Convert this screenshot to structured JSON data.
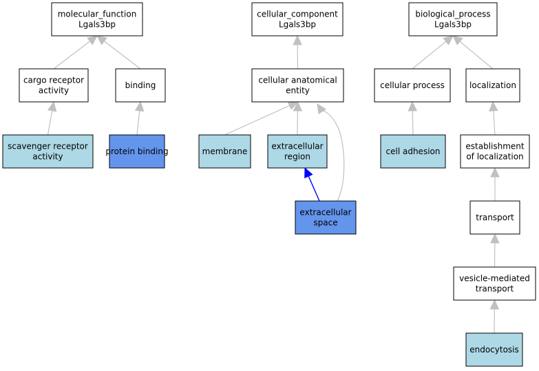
{
  "colors": {
    "plain": "#ffffff",
    "annotated": "#add8e6",
    "highlighted": "#6495ed",
    "edge": "#c0c0c0",
    "highlight_edge": "#0000ff",
    "border": "#000000"
  },
  "nodes": {
    "molecular_function": {
      "lines": [
        "molecular_function",
        "Lgals3bp"
      ],
      "style": "plain"
    },
    "cargo_receptor_activity": {
      "lines": [
        "cargo receptor",
        "activity"
      ],
      "style": "plain"
    },
    "binding": {
      "lines": [
        "binding"
      ],
      "style": "plain"
    },
    "scavenger_receptor_activity": {
      "lines": [
        "scavenger receptor",
        "activity"
      ],
      "style": "annotated"
    },
    "protein_binding": {
      "lines": [
        "protein binding"
      ],
      "style": "highlighted"
    },
    "cellular_component": {
      "lines": [
        "cellular_component",
        "Lgals3bp"
      ],
      "style": "plain"
    },
    "cellular_anatomical_entity": {
      "lines": [
        "cellular anatomical",
        "entity"
      ],
      "style": "plain"
    },
    "membrane": {
      "lines": [
        "membrane"
      ],
      "style": "annotated"
    },
    "extracellular_region": {
      "lines": [
        "extracellular",
        "region"
      ],
      "style": "annotated"
    },
    "extracellular_space": {
      "lines": [
        "extracellular",
        "space"
      ],
      "style": "highlighted"
    },
    "biological_process": {
      "lines": [
        "biological_process",
        "Lgals3bp"
      ],
      "style": "plain"
    },
    "cellular_process": {
      "lines": [
        "cellular process"
      ],
      "style": "plain"
    },
    "localization": {
      "lines": [
        "localization"
      ],
      "style": "plain"
    },
    "cell_adhesion": {
      "lines": [
        "cell adhesion"
      ],
      "style": "annotated"
    },
    "establishment_of_localization": {
      "lines": [
        "establishment",
        "of localization"
      ],
      "style": "plain"
    },
    "transport": {
      "lines": [
        "transport"
      ],
      "style": "plain"
    },
    "vesicle_mediated_transport": {
      "lines": [
        "vesicle-mediated",
        "transport"
      ],
      "style": "plain"
    },
    "endocytosis": {
      "lines": [
        "endocytosis"
      ],
      "style": "annotated"
    }
  },
  "edges": [
    {
      "from": "cargo_receptor_activity",
      "to": "molecular_function",
      "style": "edge"
    },
    {
      "from": "binding",
      "to": "molecular_function",
      "style": "edge"
    },
    {
      "from": "scavenger_receptor_activity",
      "to": "cargo_receptor_activity",
      "style": "edge"
    },
    {
      "from": "protein_binding",
      "to": "binding",
      "style": "edge"
    },
    {
      "from": "cellular_anatomical_entity",
      "to": "cellular_component",
      "style": "edge"
    },
    {
      "from": "membrane",
      "to": "cellular_anatomical_entity",
      "style": "edge"
    },
    {
      "from": "extracellular_region",
      "to": "cellular_anatomical_entity",
      "style": "edge"
    },
    {
      "from": "extracellular_space",
      "to": "cellular_anatomical_entity",
      "style": "edge"
    },
    {
      "from": "extracellular_space",
      "to": "extracellular_region",
      "style": "highlight_edge"
    },
    {
      "from": "cellular_process",
      "to": "biological_process",
      "style": "edge"
    },
    {
      "from": "localization",
      "to": "biological_process",
      "style": "edge"
    },
    {
      "from": "cell_adhesion",
      "to": "cellular_process",
      "style": "edge"
    },
    {
      "from": "establishment_of_localization",
      "to": "localization",
      "style": "edge"
    },
    {
      "from": "transport",
      "to": "establishment_of_localization",
      "style": "edge"
    },
    {
      "from": "vesicle_mediated_transport",
      "to": "transport",
      "style": "edge"
    },
    {
      "from": "endocytosis",
      "to": "vesicle_mediated_transport",
      "style": "edge"
    }
  ]
}
